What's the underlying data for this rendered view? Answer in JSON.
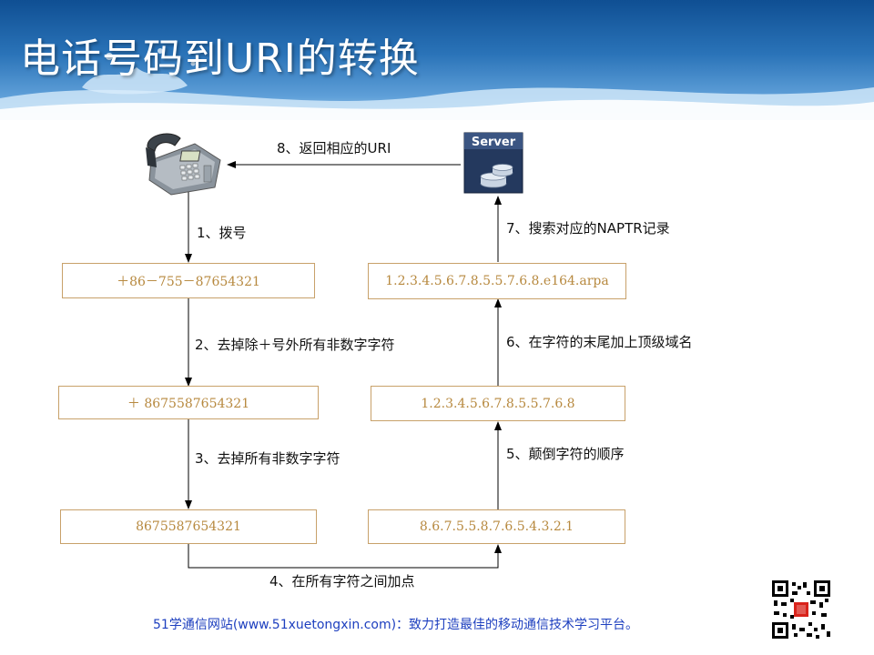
{
  "header": {
    "title": "电话号码到URI的转换"
  },
  "server": {
    "label": "Server"
  },
  "boxes": {
    "dialed_number": "＋86－755－87654321",
    "plus_digits": "＋ 8675587654321",
    "digits_only": "8675587654321",
    "dotted_reversed": "8.6.7.5.5.8.7.6.5.4.3.2.1",
    "dotted_forward": "1.2.3.4.5.6.7.8.5.5.7.6.8",
    "domain_name": "1.2.3.4.5.6.7.8.5.5.7.6.8.e164.arpa"
  },
  "steps": {
    "s1": "1、拨号",
    "s2": "2、去掉除＋号外所有非数字字符",
    "s3": "3、去掉所有非数字字符",
    "s4": "4、在所有字符之间加点",
    "s5": "5、颠倒字符的顺序",
    "s6": "6、在字符的末尾加上顶级域名",
    "s7": "7、搜索对应的NAPTR记录",
    "s8": "8、返回相应的URI"
  },
  "footer": {
    "text": "51学通信网站(www.51xuetongxin.com)：致力打造最佳的移动通信技术学习平台。"
  },
  "icons": {
    "phone": "desk-phone-icon",
    "server": "server-database-icon",
    "qr": "qr-code-icon"
  },
  "colors": {
    "header": "#1a5fa8",
    "box_border": "#c8a16a",
    "box_text": "#b7893f",
    "footer_text": "#1d3fbf"
  }
}
